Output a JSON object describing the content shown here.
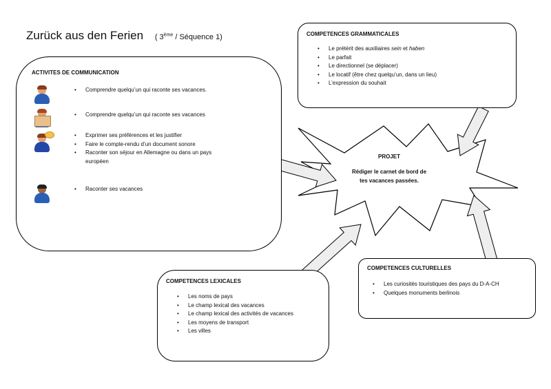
{
  "title": {
    "main": "Zurück aus den Ferien",
    "open": "( 3",
    "sup": "ème",
    "rest": " / Séquence 1)"
  },
  "grammaticales": {
    "heading": "COMPETENCES GRAMMATICALES",
    "items": [
      {
        "pre": "Le prétérit des auxiliaires ",
        "it1": "sein",
        "mid": " et ",
        "it2": "haben"
      },
      "Le parfait",
      "Le directionnel (se déplacer)",
      "Le locatif (être chez quelqu’un, dans un lieu)",
      "L’expression du souhait"
    ]
  },
  "communication": {
    "heading": "ACTIVITES DE COMMUNICATION",
    "groups": [
      {
        "icon": "listening-person-icon",
        "items": [
          "Comprendre quelqu’un qui raconte ses vacances."
        ]
      },
      {
        "icon": "reading-person-icon",
        "items": [
          "Comprendre quelqu’un qui raconte ses vacances"
        ]
      },
      {
        "icon": "speaking-person-icon",
        "items": [
          "Exprimer ses préférences et les justifier",
          "Faire le compte-rendu d’un document sonore",
          "Raconter son séjour en Allemagne ou dans un pays européen"
        ]
      },
      {
        "icon": "writing-person-icon",
        "items": [
          "Raconter ses vacances"
        ]
      }
    ]
  },
  "projet": {
    "heading": "PROJET",
    "text": "Rédiger le carnet de bord de tes vacances passées."
  },
  "lexicales": {
    "heading": "COMPETENCES LEXICALES",
    "items": [
      "Les noms de pays",
      "Le champ lexical des vacances",
      "Le champ lexical des activités de vacances",
      "Les moyens de transport",
      "Les villes"
    ]
  },
  "culturelles": {
    "heading": "COMPETENCES CULTURELLES",
    "items": [
      "Les curiosités touristiques des pays du D-A-CH",
      "Quelques monuments berlinois"
    ]
  },
  "colors": {
    "arrow_fill": "#eeeeee",
    "stroke": "#000000"
  }
}
